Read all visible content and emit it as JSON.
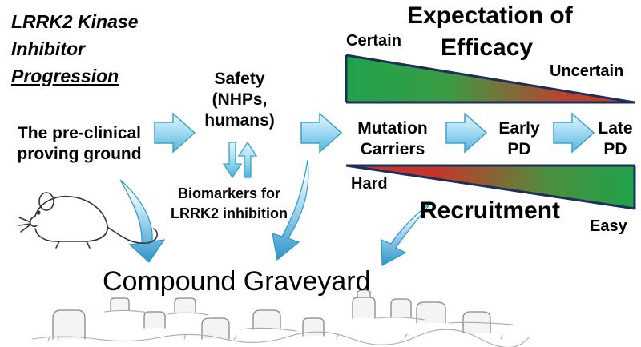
{
  "title": {
    "line1": "LRRK2 Kinase",
    "line2": "Inhibitor",
    "line3": "Progression"
  },
  "stages": {
    "preclinical_line1": "The pre-clinical",
    "preclinical_line2": "proving ground",
    "safety_line1": "Safety",
    "safety_line2": "(NHPs,",
    "safety_line3": "humans)",
    "biomarkers_line1": "Biomarkers for",
    "biomarkers_line2": "LRRK2 inhibition",
    "mutation_line1": "Mutation",
    "mutation_line2": "Carriers",
    "early_line1": "Early",
    "early_line2": "PD",
    "late_line1": "Late",
    "late_line2": "PD"
  },
  "efficacy": {
    "heading_line1": "Expectation of",
    "heading_line2": "Efficacy",
    "left_label": "Certain",
    "right_label": "Uncertain",
    "colors": [
      "#1fa34a",
      "#c9342a"
    ]
  },
  "recruitment": {
    "heading": "Recruitment",
    "left_label": "Hard",
    "right_label": "Easy",
    "colors": [
      "#c9342a",
      "#1fa34a"
    ]
  },
  "graveyard": {
    "label": "Compound Graveyard"
  },
  "icons": {
    "flow_arrow": "right-arrow-icon",
    "drop_arrow": "down-curved-arrow-icon",
    "exchange_arrows": "up-down-arrows-icon",
    "rodent": "rat-icon",
    "tombstones": "tombstone-icon"
  },
  "accent": "#4fb4dc"
}
